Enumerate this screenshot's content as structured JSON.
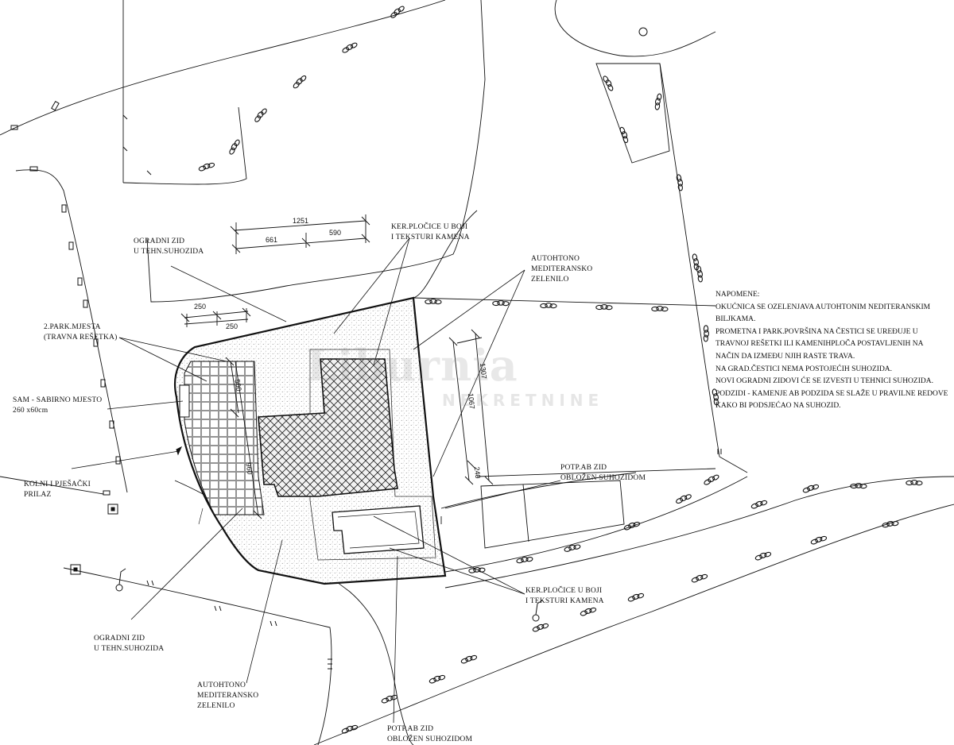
{
  "labels": {
    "ogradni_zid_top": [
      "OGRADNI ZID",
      "U TEHN.SUHOZIDA"
    ],
    "ker_plocice_top": [
      "KER.PLOČICE U BOJI",
      "I TEKSTURI KAMENA"
    ],
    "autohtono_top": [
      "AUTOHTONO",
      "MEDITERANSKO",
      "ZELENILO"
    ],
    "park_mjesta": [
      "2.PARK.MJESTA",
      "(TRAVNA REŠETKA)"
    ],
    "sam": [
      "SAM - SABIRNO MJESTO",
      "260 x60cm"
    ],
    "kolni": [
      "KOLNI I PJEŠAČKI",
      "PRILAZ"
    ],
    "ogradni_zid_bottom": [
      "OGRADNI ZID",
      "U TEHN.SUHOZIDA"
    ],
    "autohtono_bottom": [
      "AUTOHTONO",
      "MEDITERANSKO",
      "ZELENILO"
    ],
    "potp_zid_bottom": [
      "POTP.AB ZID",
      "OBLOŽEN SUHOZIDOM"
    ],
    "potp_zid_right": [
      "POTP.AB ZID",
      "OBLOŽEN SUHOZIDOM"
    ],
    "ker_plocice_bottom": [
      "KER.PLOČICE U BOJI",
      "I TEKSTURI KAMENA"
    ]
  },
  "dimensions": {
    "d1251": "1251",
    "d661": "661",
    "d590": "590",
    "d250a": "250",
    "d250b": "250",
    "d500": "500",
    "d960": "960",
    "d1067": "1067",
    "d1307": "1307",
    "d240": "240"
  },
  "notes": [
    "NAPOMENE:",
    "OKUĆNICA SE OZELENJAVA AUTOHTONIM NEDITERANSKIM",
    "BILJKAMA.",
    "PROMETNA I PARK.POVRŠINA NA ČESTICI SE UREĐUJE U",
    "TRAVNOJ REŠETKI ILI KAMENIHPLOČA POSTAVLJENIH NA",
    "NAČIN DA IZMEĐU NJIH RASTE  TRAVA.",
    "NA GRAD.ČESTICI NEMA POSTOJEĆIH SUHOZIDA.",
    "NOVI OGRADNI ZIDOVI ĆE SE IZVESTI U TEHNICI SUHOZIDA.",
    "PODZIDI - KAMENJE AB PODZIDA SE SLAŽE U PRAVILNE REDOVE",
    "KAKO BI PODSJEĆAO NA SUHOZID."
  ],
  "watermark": {
    "main": "Liburnia",
    "sub": "NEKRETNINE"
  },
  "colors": {
    "line": "#111111",
    "hatch": "#222222",
    "watermark": "#969696"
  }
}
